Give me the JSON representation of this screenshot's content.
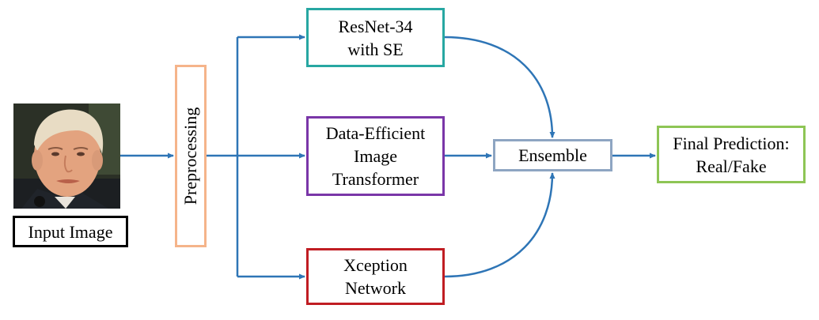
{
  "colors": {
    "arrow": "#2e75b6",
    "input_border": "#000000",
    "preprocessing_border": "#f5b48a",
    "resnet_border": "#27a7a2",
    "deit_border": "#7a36a8",
    "xception_border": "#c01d23",
    "ensemble_border": "#8ea5c2",
    "final_border": "#8ec555"
  },
  "nodes": {
    "input_photo": {
      "icon": "face-photo"
    },
    "input_label": "Input Image",
    "preprocessing": "Preprocessing",
    "resnet": {
      "line1": "ResNet-34",
      "line2": "with SE"
    },
    "deit": {
      "line1": "Data-Efficient",
      "line2": "Image",
      "line3": "Transformer"
    },
    "xception": {
      "line1": "Xception",
      "line2": "Network"
    },
    "ensemble": "Ensemble",
    "final": {
      "line1": "Final Prediction:",
      "line2": "Real/Fake"
    }
  }
}
